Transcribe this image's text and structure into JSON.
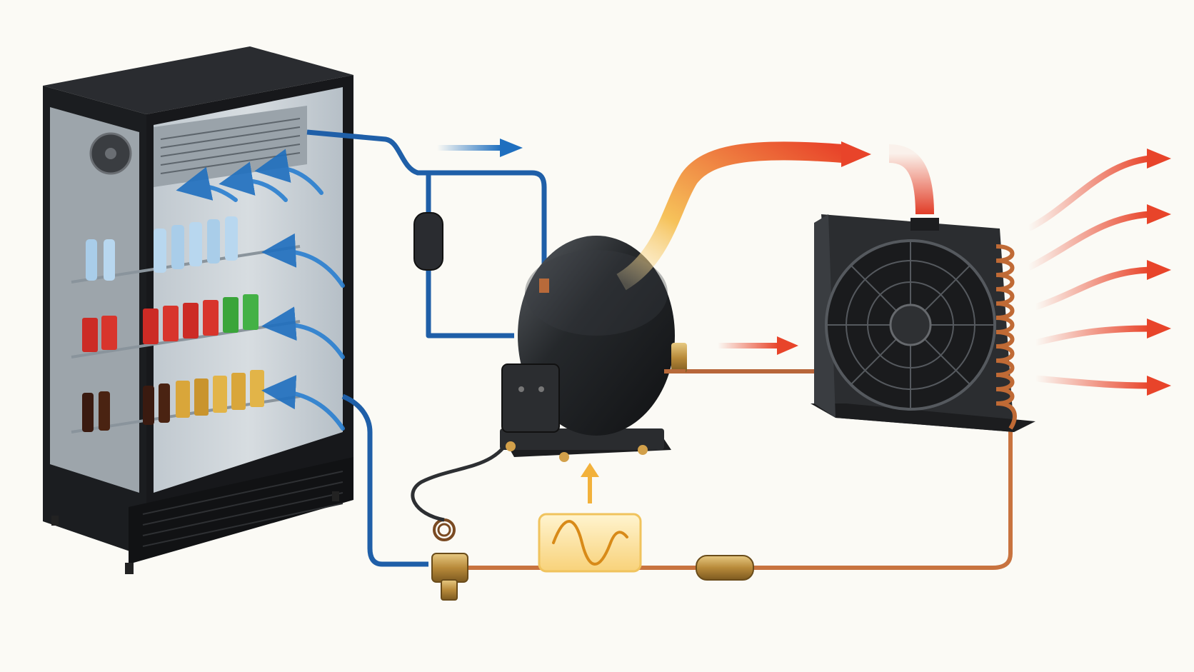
{
  "diagram": {
    "components": [
      {
        "id": "display-cooler",
        "kind": "refrigerated display case"
      },
      {
        "id": "evaporator",
        "kind": "evaporator coil"
      },
      {
        "id": "filter-drier",
        "kind": "suction accumulator"
      },
      {
        "id": "compressor",
        "kind": "hermetic compressor"
      },
      {
        "id": "condenser",
        "kind": "fan-cooled condenser"
      },
      {
        "id": "liquid-drier",
        "kind": "liquid line drier"
      },
      {
        "id": "expansion-valve",
        "kind": "thermostatic expansion valve"
      },
      {
        "id": "power-module",
        "kind": "inverter / electrical input",
        "icon": "sine-wave-icon"
      }
    ],
    "flows": [
      {
        "id": "suction-line",
        "color": "#1f6fbf"
      },
      {
        "id": "hot-gas-discharge",
        "color": "#f2a13a"
      },
      {
        "id": "liquid-line",
        "color": "#c8733f"
      },
      {
        "id": "heat-rejection",
        "color": "#e8442a"
      }
    ],
    "colors": {
      "background": "#fbfaf5",
      "cold": "#1f6fbf",
      "hot": "#e8442a",
      "copper": "#c8733f",
      "cabinet": "#1b1d20",
      "power": "#f4b63b"
    }
  }
}
